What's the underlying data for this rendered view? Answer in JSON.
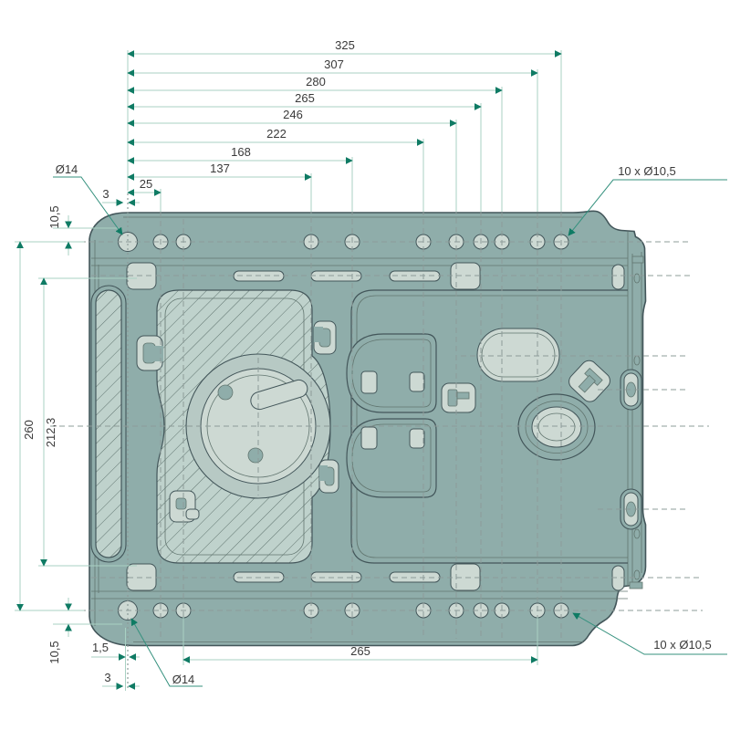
{
  "drawing": {
    "kind": "technical-part-drawing",
    "dimensions": {
      "top": [
        "325",
        "307",
        "280",
        "265",
        "246",
        "222",
        "168",
        "137",
        "25",
        "3"
      ],
      "left": {
        "top_offset": "10,5",
        "overall": "260",
        "inner_span": "212,3"
      },
      "bottom": {
        "offset": "10,5",
        "edge_gap": "1,5",
        "hole_edge": "3",
        "span": "265"
      },
      "callouts": {
        "top_left": "Ø14",
        "top_right": "10 x Ø10,5",
        "bottom_left": "Ø14",
        "bottom_right": "10 x Ø10,5"
      }
    },
    "colors": {
      "background": "#ffffff",
      "plate_fill": "#8fadaa",
      "feature_fill": "#cdd9d3",
      "hatch_bg": "#bfd2cc",
      "hatch_line": "#60746f",
      "outline": "#43565a",
      "dim_line": "#a9d1c3",
      "arrow_accent": "#0f7b64",
      "centerline": "#8d9c99",
      "text": "#3a3a3a"
    }
  }
}
